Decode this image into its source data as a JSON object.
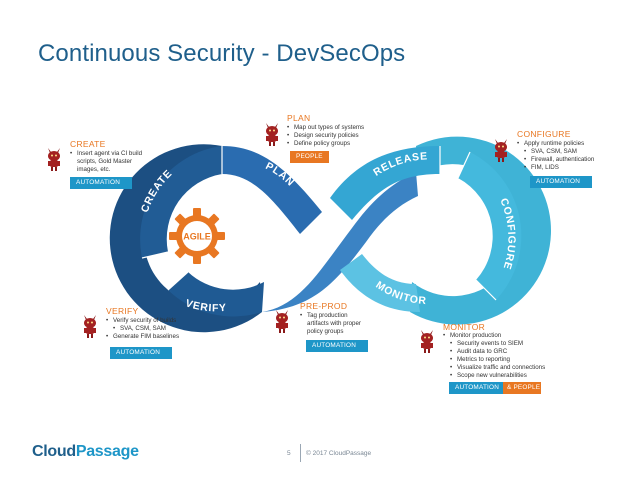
{
  "title": "Continuous Security - DevSecOps",
  "loop": {
    "center_label": "AGILE",
    "segments": {
      "create": "CREATE",
      "plan": "PLAN",
      "verify": "VERIFY",
      "preprod": "PRE-PROD",
      "release": "RELEASE",
      "configure": "CONFIGURE",
      "monitor": "MONITOR"
    }
  },
  "stages": {
    "plan": {
      "title": "PLAN",
      "bullets": [
        "Map out types of systems",
        "Design security policies",
        "Define policy groups"
      ],
      "tag": "PEOPLE"
    },
    "create": {
      "title": "CREATE",
      "bullets": [
        "Insert agent via CI build",
        "scripts, Gold Master",
        "images, etc."
      ],
      "tag": "AUTOMATION"
    },
    "configure": {
      "title": "CONFIGURE",
      "bullets": [
        "Apply runtime policies",
        "SVA, CSM, SAM",
        "Firewall, authentication",
        "FIM, LIDS"
      ],
      "tag": "AUTOMATION"
    },
    "verify": {
      "title": "VERIFY",
      "bullets": [
        "Verify security of builds",
        "SVA, CSM, SAM",
        "Generate FIM baselines"
      ],
      "tag": "AUTOMATION"
    },
    "preprod": {
      "title": "PRE-PROD",
      "bullets": [
        "Tag production",
        "artifacts with proper",
        "policy groups"
      ],
      "tag": "AUTOMATION"
    },
    "monitor": {
      "title": "MONITOR",
      "bullets": [
        "Monitor production",
        "Security events to SIEM",
        "Audit data to GRC",
        "Metrics to reporting",
        "Visualize traffic and connections",
        "Scope new vulnerabilities"
      ],
      "tag_auto": "AUTOMATION",
      "tag_people": "& PEOPLE"
    }
  },
  "footer": {
    "logo_part1": "Cloud",
    "logo_part2": "Passage",
    "page": "5",
    "copyright": "© 2017 CloudPassage"
  },
  "colors": {
    "title": "#1f5f8b",
    "stage_title": "#e87722",
    "automation": "#1e96c8",
    "people": "#e87722",
    "loop_left": "#1c4f82",
    "loop_right": "#3fb3d6",
    "gear": "#e87722"
  }
}
